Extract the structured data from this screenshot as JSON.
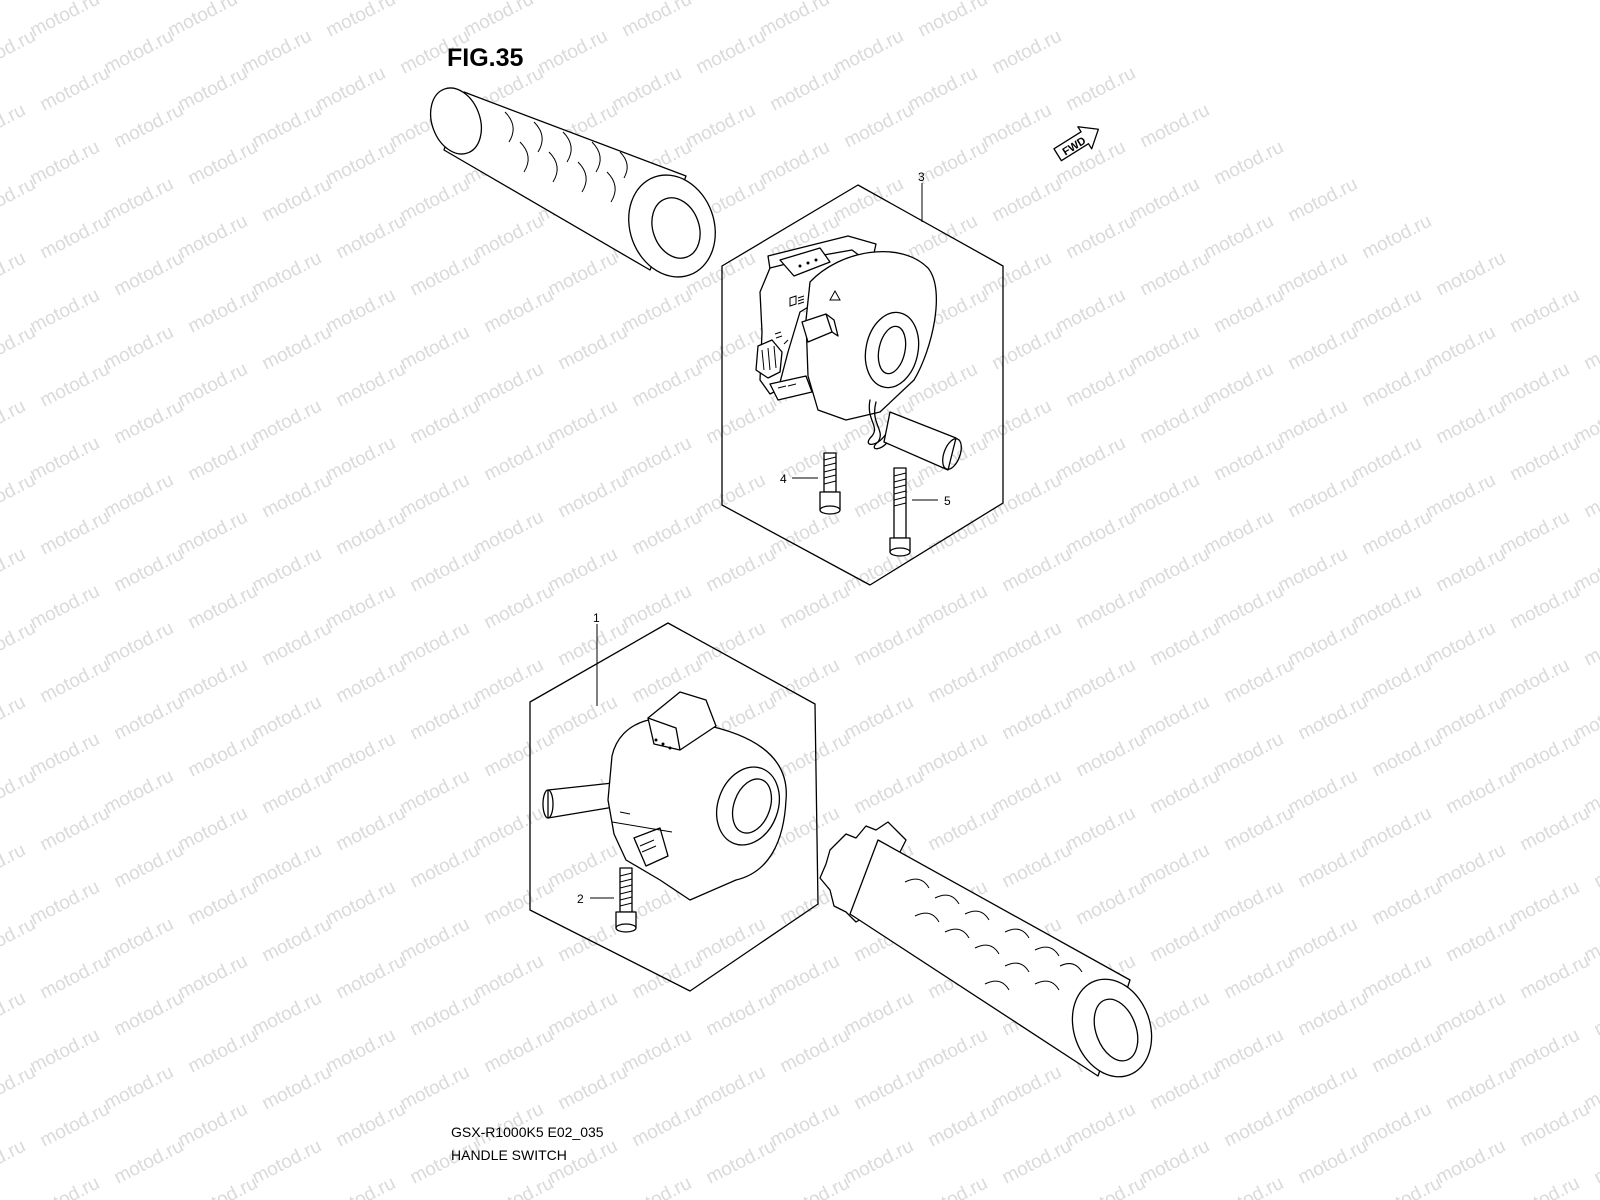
{
  "figure": {
    "title": "FIG.35",
    "model_code": "GSX-R1000K5 E02_035",
    "caption": "HANDLE SWITCH",
    "fwd_label": "FWD"
  },
  "watermark": {
    "text": "motod.ru"
  },
  "callouts": [
    {
      "id": "1",
      "label": "1"
    },
    {
      "id": "2",
      "label": "2"
    },
    {
      "id": "3",
      "label": "3"
    },
    {
      "id": "4",
      "label": "4"
    },
    {
      "id": "5",
      "label": "5"
    }
  ],
  "colors": {
    "line": "#000000",
    "background": "#ffffff",
    "watermark": "#dadada"
  }
}
